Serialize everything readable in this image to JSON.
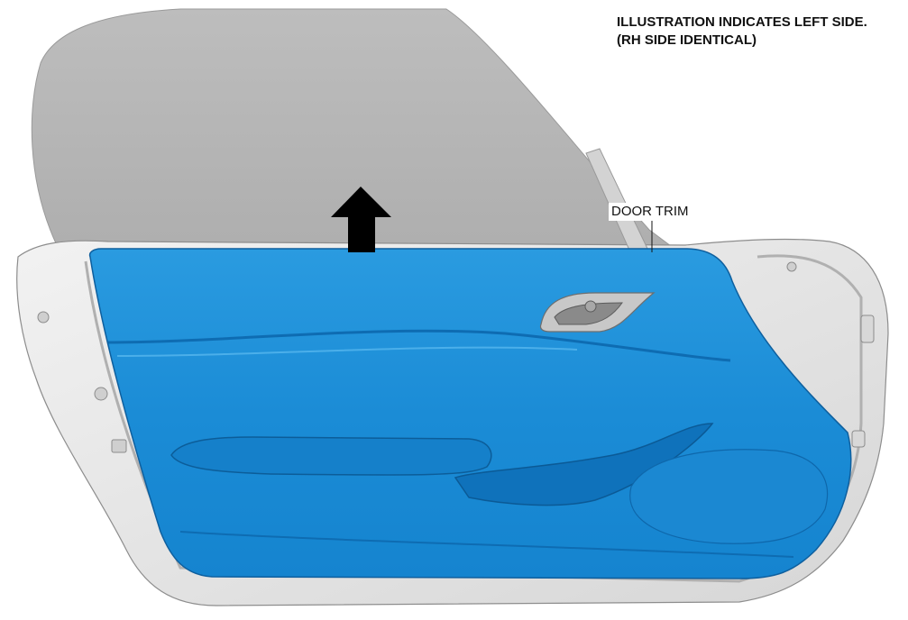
{
  "note": {
    "line1": "ILLUSTRATION INDICATES LEFT SIDE.",
    "line2": "(RH SIDE IDENTICAL)"
  },
  "callouts": {
    "door_trim": "DOOR TRIM"
  },
  "colors": {
    "door_trim": "#1e8fd6",
    "door_trim_shadow": "#0d6fb8",
    "glass": "#b9b9b9",
    "door_frame": "#e4e4e4",
    "arrow": "#000000"
  },
  "icons": {
    "removal_direction": "arrow-up-icon"
  }
}
